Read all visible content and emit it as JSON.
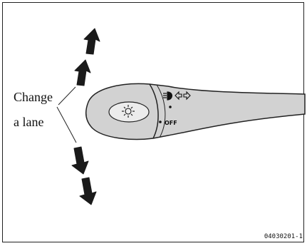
{
  "diagram": {
    "label_line_1": "Change",
    "label_line_2": "a lane",
    "lever_position_label": "OFF",
    "figure_code": "04030201-1",
    "icons": {
      "upper_arrows": "arrow-up-icon",
      "lower_arrows": "arrow-down-icon",
      "light_switch": "sun-light-icon",
      "headlamp": "headlamp-icon",
      "turn_signals": "turn-signal-icon"
    }
  }
}
